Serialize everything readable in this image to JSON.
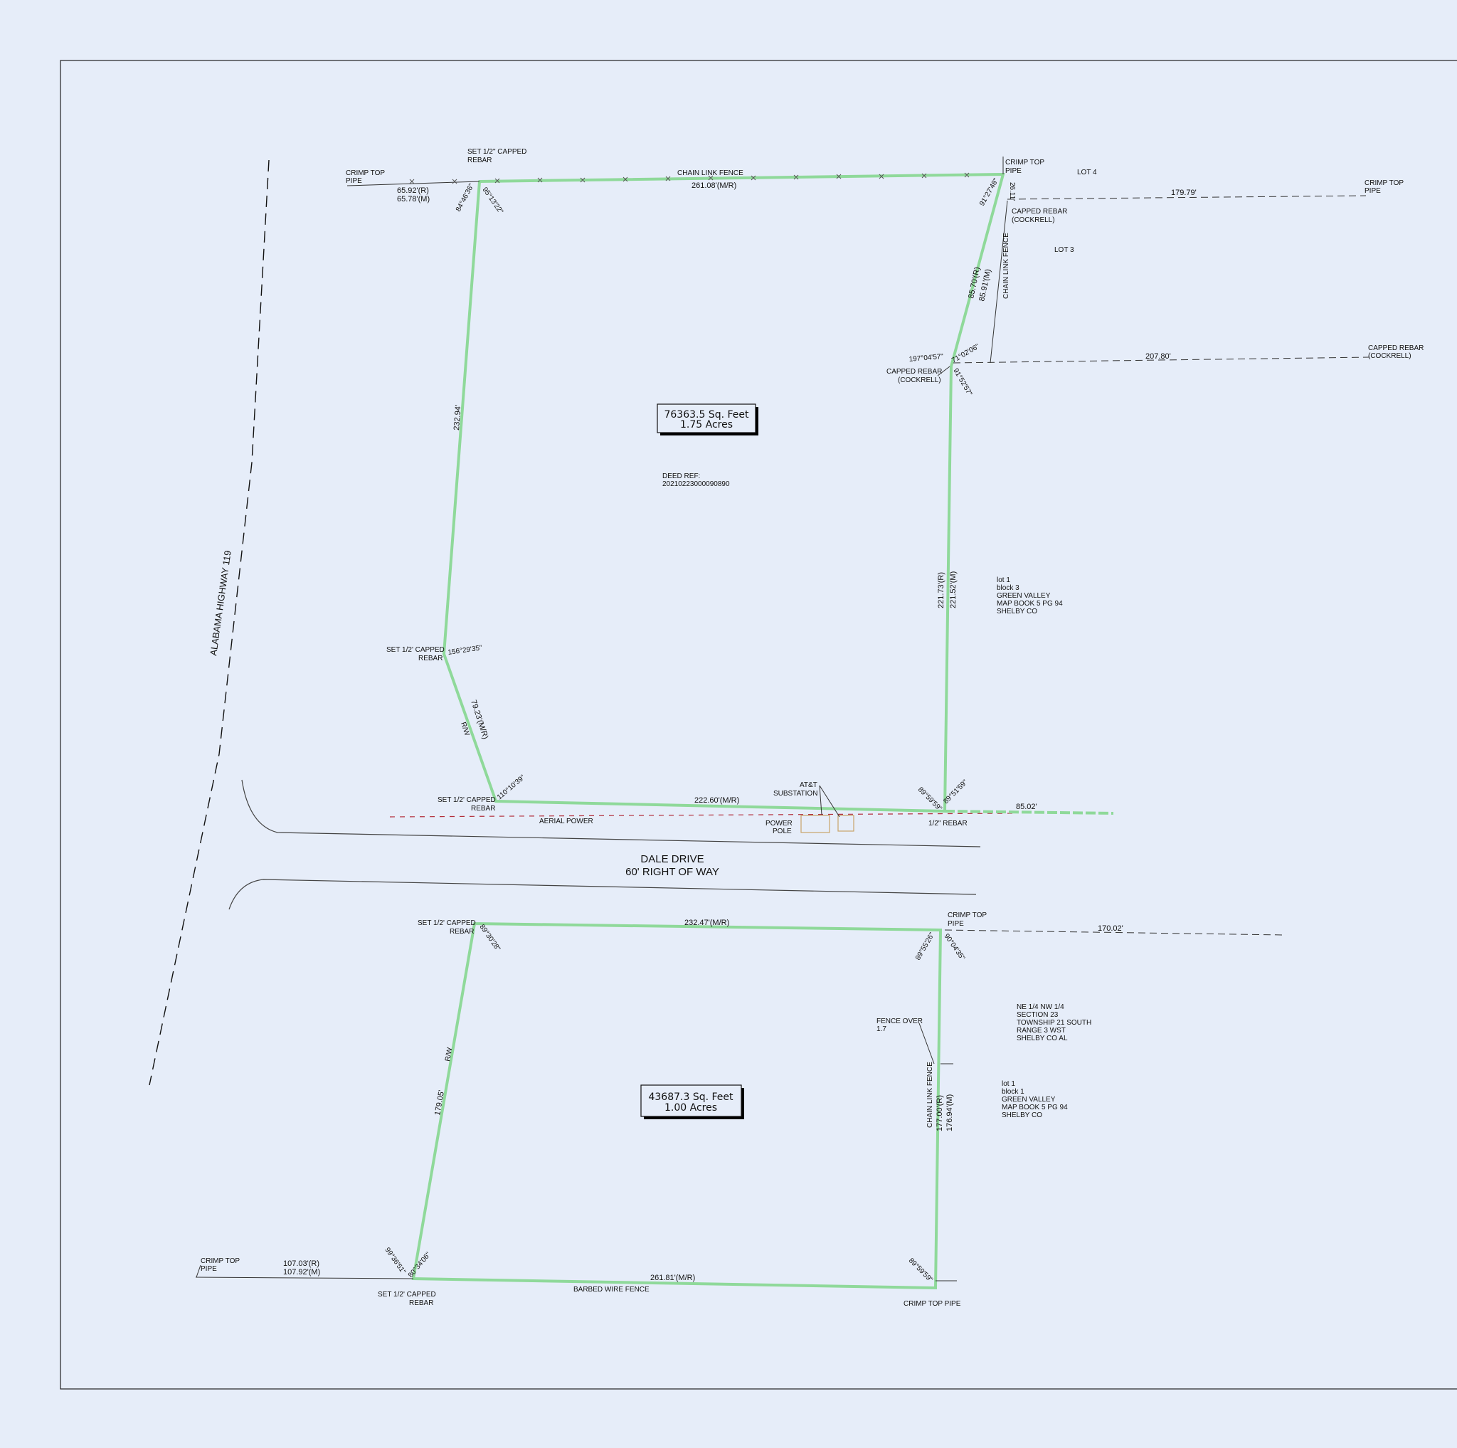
{
  "labels": {
    "crimp_top_pipe_nw": [
      "CRIMP TOP",
      "PIPE"
    ],
    "set_capped_rebar_n": [
      "SET 1/2\" CAPPED",
      "REBAR"
    ],
    "chain_link_fence_top": "CHAIN LINK FENCE",
    "crimp_top_pipe_ne": [
      "CRIMP TOP",
      "PIPE"
    ],
    "lot4": "LOT 4",
    "crimp_top_pipe_far": [
      "CRIMP TOP",
      "PIPE"
    ],
    "capped_rebar_cockrell_1": [
      "CAPPED REBAR",
      "(COCKRELL)"
    ],
    "lot3": "LOT 3",
    "chain_link_fence_right": "CHAIN LINK FENCE",
    "capped_rebar_cockrell_far": [
      "CAPPED REBAR",
      "(COCKRELL)"
    ],
    "capped_rebar_cockrell_2": [
      "CAPPED REBAR",
      "(COCKRELL)"
    ],
    "highway": "ALABAMA HIGHWAY 119",
    "deed_ref": [
      "DEED REF:",
      "20210223000090890"
    ],
    "lot1_block3": [
      "lot 1",
      "block 3",
      "GREEN VALLEY",
      "MAP BOOK 5 PG 94",
      "SHELBY CO"
    ],
    "set_rebar_w_mid": [
      "SET 1/2' CAPPED",
      "REBAR"
    ],
    "rw_upper": "R/W",
    "set_rebar_sw_upper": [
      "SET 1/2' CAPPED",
      "REBAR"
    ],
    "att_substation": [
      "AT&T",
      "SUBSTATION"
    ],
    "aerial_power": "AERIAL POWER",
    "power_pole": [
      "POWER",
      "POLE"
    ],
    "half_rebar": "1/2\" REBAR",
    "road_name": "DALE DRIVE",
    "road_row": "60' RIGHT OF WAY",
    "set_rebar_nw_lower": [
      "SET 1/2' CAPPED",
      "REBAR"
    ],
    "crimp_top_pipe_lower_ne": [
      "CRIMP TOP",
      "PIPE"
    ],
    "section_info": [
      "NE 1/4 NW 1/4",
      "SECTION 23",
      "TOWNSHIP 21 SOUTH",
      "RANGE 3 WST",
      "SHELBY CO AL"
    ],
    "fence_over": [
      "FENCE OVER",
      "1.7"
    ],
    "lot1_block1": [
      "lot 1",
      "block 1",
      "GREEN VALLEY",
      "MAP BOOK 5 PG 94",
      "SHELBY CO"
    ],
    "chain_link_fence_lower": "CHAIN LINK FENCE",
    "rw_lower": "R/W",
    "crimp_top_pipe_sw": [
      "CRIMP TOP",
      "PIPE"
    ],
    "set_rebar_sw_lower": [
      "SET 1/2' CAPPED",
      "REBAR"
    ],
    "barbed_wire_fence": "BARBED WIRE FENCE",
    "crimp_top_pipe_se": "CRIMP TOP PIPE"
  },
  "dimensions": {
    "top_left_rec": "65.92'(R)",
    "top_left_meas": "65.78'(M)",
    "top": "261.08'(M/R)",
    "lot4_line": "179.79'",
    "ne_short": "26.11'",
    "east_upper_rec": "85.70'(R)",
    "east_upper_meas": "85.91'(M)",
    "lot3_line": "207.80'",
    "west_upper": "232.94'",
    "east_main_rec": "221.73'(R)",
    "east_main_meas": "221.52'(M)",
    "west_lower_upper": "79.23'(M/R)",
    "south_upper": "222.60'(M/R)",
    "south_ext": "85.02'",
    "north_lower": "232.47'(M/R)",
    "lower_ext": "170.02'",
    "west_lower": "179.05'",
    "east_lower_rec": "177.00'(R)",
    "east_lower_meas": "176.94'(M)",
    "bottom_left_rec": "107.03'(R)",
    "bottom_left_meas": "107.92'(M)",
    "bottom": "261.81'(M/R)"
  },
  "angles": {
    "a1": "84°46'36\"",
    "a2": "95°13'22\"",
    "a3": "91°27'48\"",
    "a4": "71°02'06\"",
    "a5": "197°04'57\"",
    "a6": "91°52'57\"",
    "a7": "156°29'35\"",
    "a8": "110°10'39\"",
    "a9": "89°59'59\"",
    "a10": "89°51'59\"",
    "a11": "89°30'28\"",
    "a12": "89°55'26\"",
    "a13": "90°04'35\"",
    "a14": "99°36'51\"",
    "a15": "80°34'06\"",
    "a16": "89°59'59\""
  },
  "areas": {
    "upper": {
      "sqft": "76363.5  Sq.  Feet",
      "acres": "1.75  Acres"
    },
    "lower": {
      "sqft": "43687.3  Sq.  Feet",
      "acres": "1.00  Acres"
    }
  },
  "colors": {
    "boundary": "#8fd99a",
    "power": "#b22d3a",
    "substation": "#c8a46a",
    "background": "#e6edf9"
  }
}
